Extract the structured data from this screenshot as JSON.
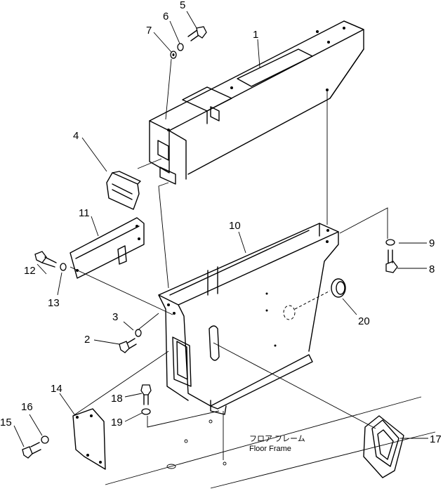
{
  "callouts": [
    {
      "label": "1"
    },
    {
      "label": "2"
    },
    {
      "label": "3"
    },
    {
      "label": "4"
    },
    {
      "label": "5"
    },
    {
      "label": "6"
    },
    {
      "label": "7"
    },
    {
      "label": "8"
    },
    {
      "label": "9"
    },
    {
      "label": "10"
    },
    {
      "label": "11"
    },
    {
      "label": "12"
    },
    {
      "label": "13"
    },
    {
      "label": "14"
    },
    {
      "label": "15"
    },
    {
      "label": "16"
    },
    {
      "label": "17"
    },
    {
      "label": "18"
    },
    {
      "label": "19"
    },
    {
      "label": "20"
    }
  ],
  "floor_frame": {
    "label_jp": "フロア フレーム",
    "label_en": "Floor Frame"
  }
}
